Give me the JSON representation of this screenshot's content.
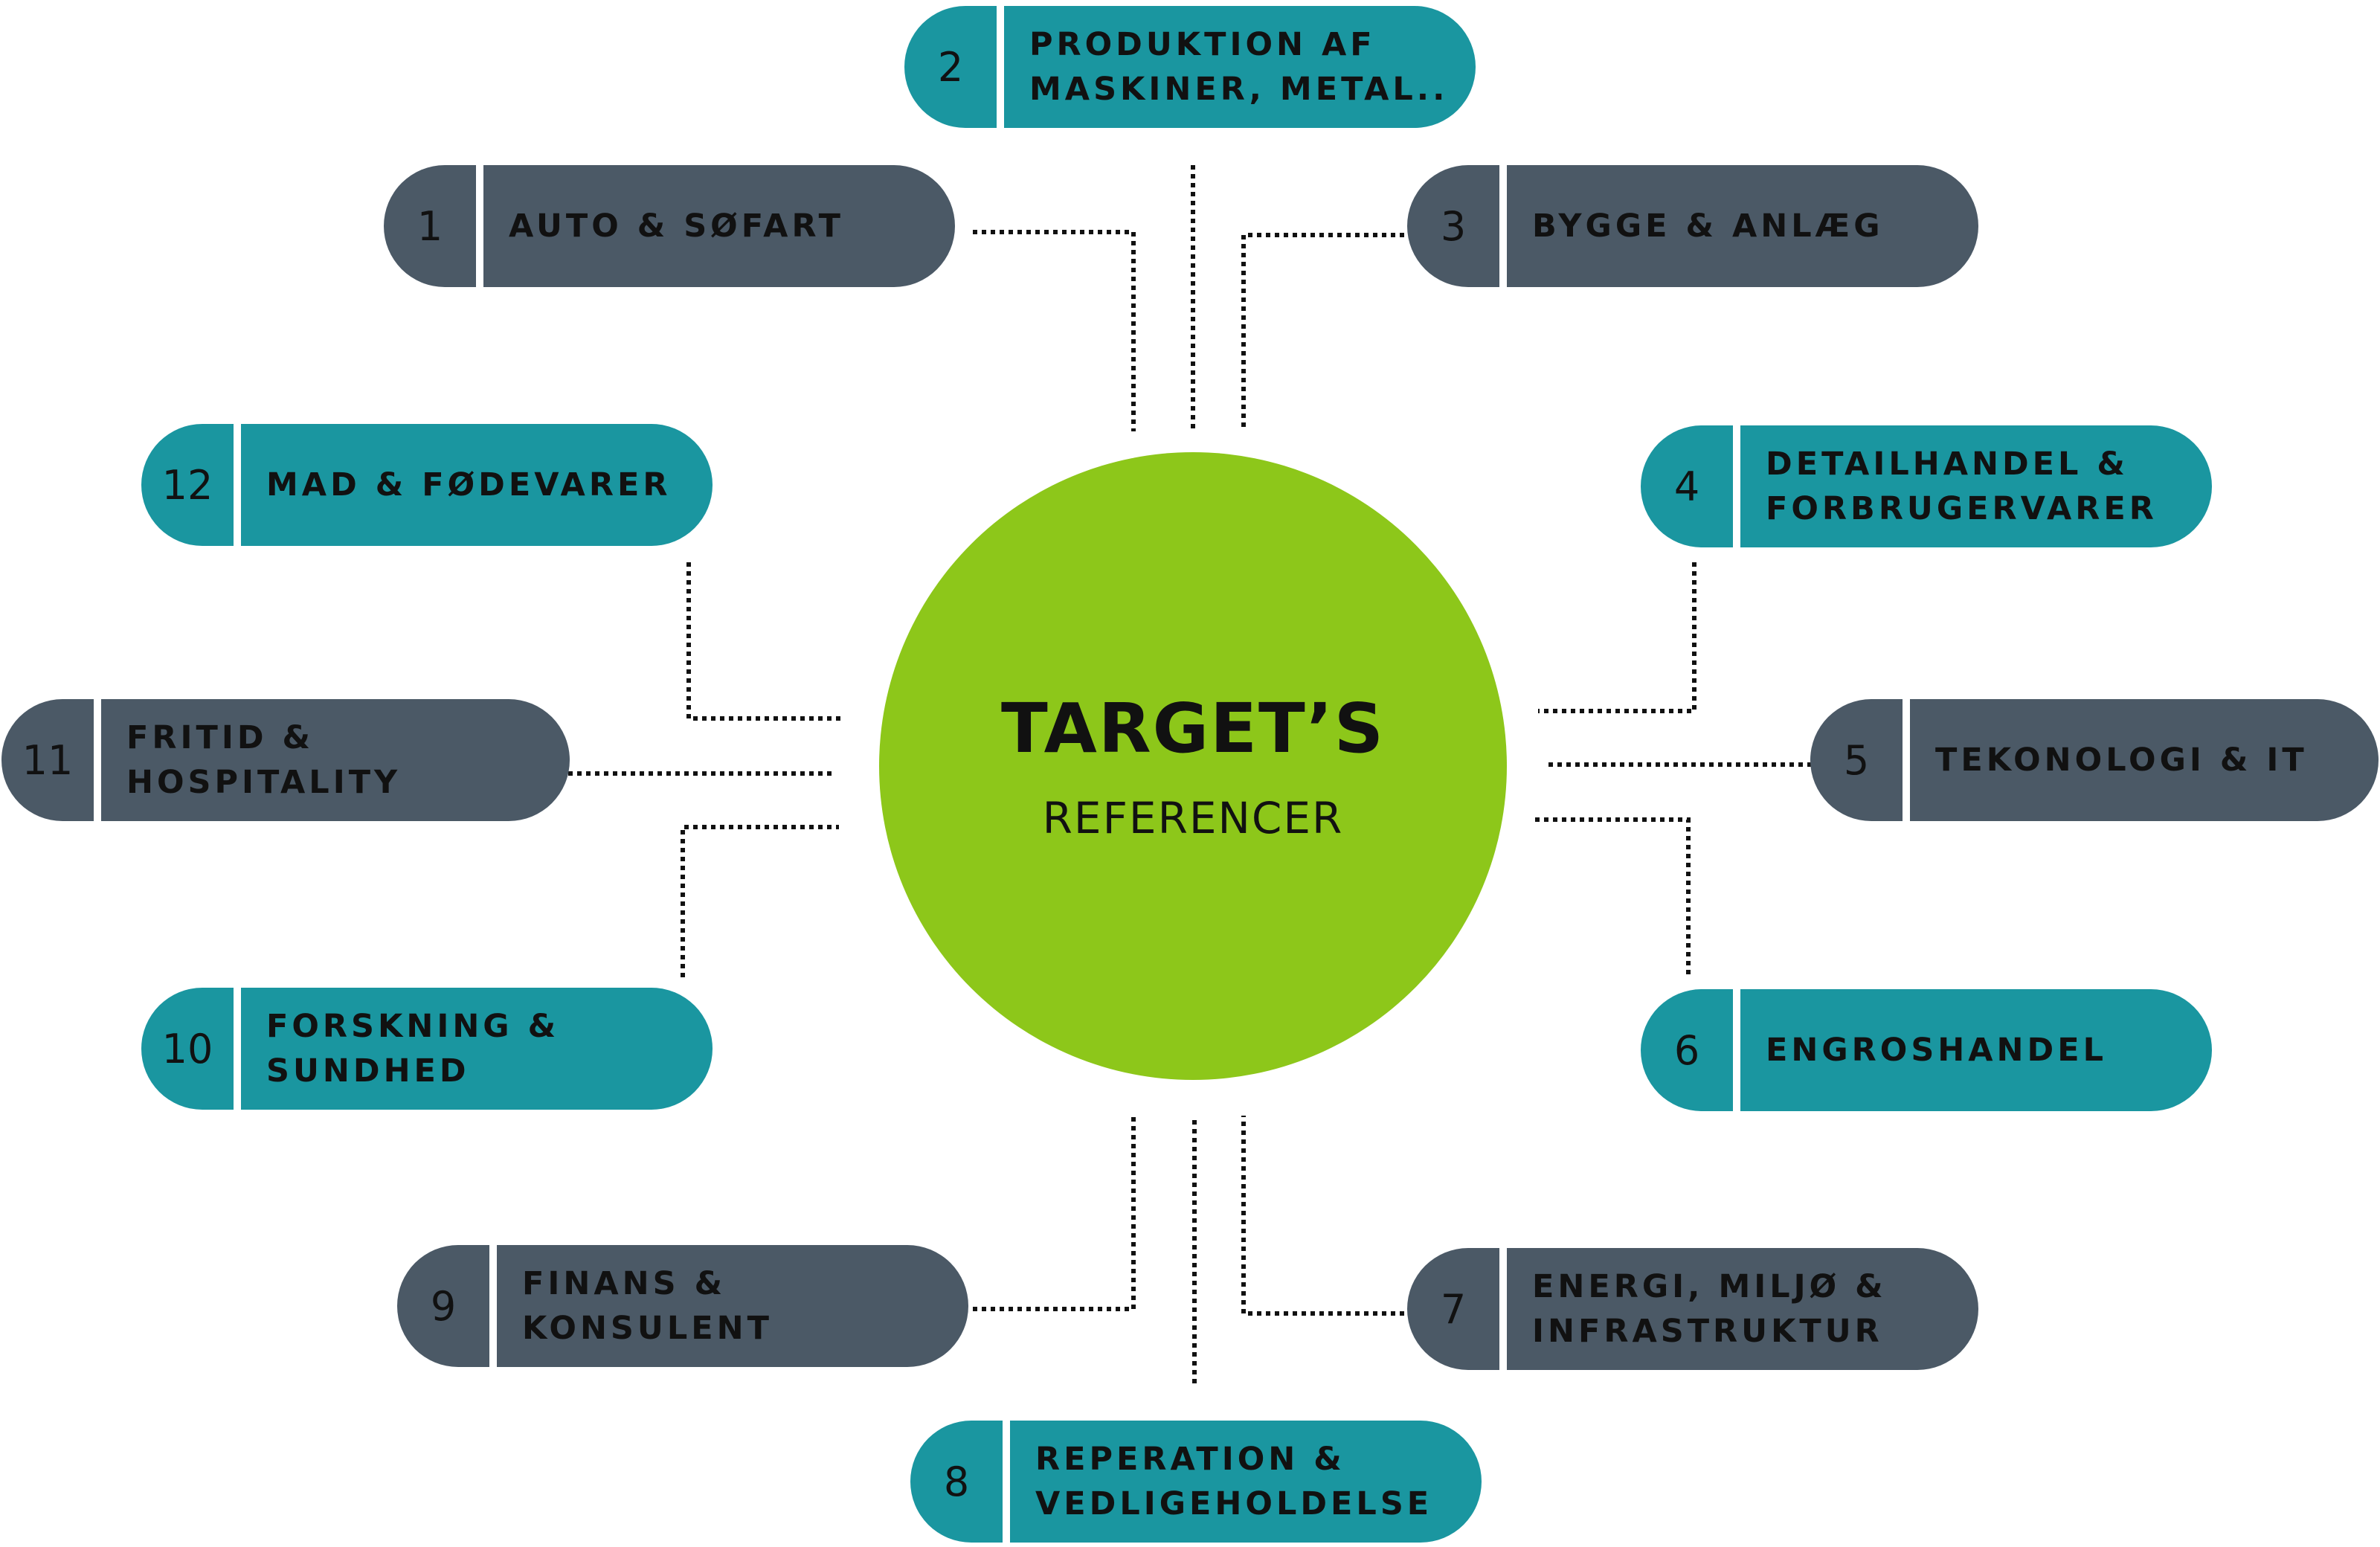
{
  "colors": {
    "teal": "#1A96A0",
    "slate": "#4B5966",
    "green": "#8DC71A",
    "connector": "#111111"
  },
  "center": {
    "title": "TARGET’S",
    "subtitle": "REFERENCER"
  },
  "categories": [
    {
      "num": "1",
      "lines": [
        "AUTO & SØFART"
      ]
    },
    {
      "num": "2",
      "lines": [
        "PRODUKTION AF",
        "MASKINER, METAL.."
      ]
    },
    {
      "num": "3",
      "lines": [
        "BYGGE & ANLÆG"
      ]
    },
    {
      "num": "4",
      "lines": [
        "DETAILHANDEL &",
        "FORBRUGERVARER"
      ]
    },
    {
      "num": "5",
      "lines": [
        "TEKONOLOGI & IT"
      ]
    },
    {
      "num": "6",
      "lines": [
        "ENGROSHANDEL"
      ]
    },
    {
      "num": "7",
      "lines": [
        "ENERGI, MILJØ &",
        "INFRASTRUKTUR"
      ]
    },
    {
      "num": "8",
      "lines": [
        "REPERATION &",
        "VEDLIGEHOLDELSE"
      ]
    },
    {
      "num": "9",
      "lines": [
        "FINANS &",
        "KONSULENT"
      ]
    },
    {
      "num": "10",
      "lines": [
        "FORSKNING &",
        "SUNDHED"
      ]
    },
    {
      "num": "11",
      "lines": [
        "FRITID &",
        "HOSPITALITY"
      ]
    },
    {
      "num": "12",
      "lines": [
        "MAD & FØDEVARER"
      ]
    }
  ]
}
